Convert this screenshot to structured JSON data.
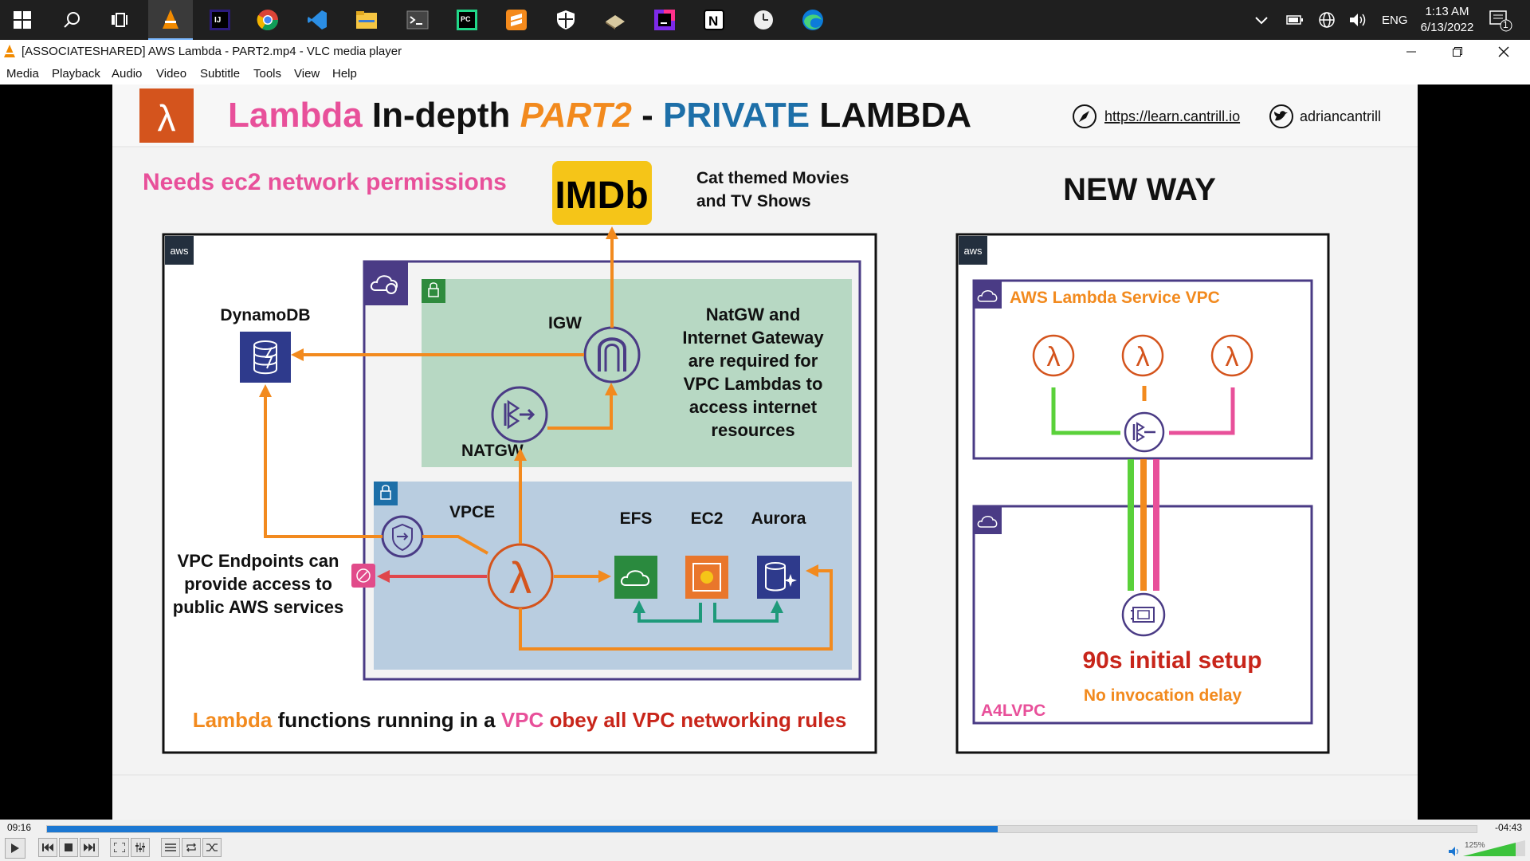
{
  "taskbar": {
    "time": "1:13 AM",
    "date": "6/13/2022",
    "language": "ENG",
    "notification_count": "1"
  },
  "window": {
    "title": "[ASSOCIATESHARED] AWS Lambda - PART2.mp4 - VLC media player"
  },
  "menu": [
    "Media",
    "Playback",
    "Audio",
    "Video",
    "Subtitle",
    "Tools",
    "View",
    "Help"
  ],
  "slide": {
    "title_lambda": "Lambda",
    "title_indepth": " In-depth ",
    "title_part2": "PART2",
    "title_dash": " - ",
    "title_private": "PRIVATE",
    "title_lambda2": " LAMBDA",
    "link": "https://learn.cantrill.io",
    "twitter": "adriancantrill",
    "needs_text": "Needs ec2 network permissions",
    "imdb": "IMDb",
    "cat_line1": "Cat themed Movies",
    "cat_line2": "and TV Shows",
    "new_way": "NEW WAY",
    "aws_badge": "aws",
    "dynamodb": "DynamoDB",
    "igw": "IGW",
    "natgw": "NATGW",
    "vpce": "VPCE",
    "efs": "EFS",
    "ec2": "EC2",
    "aurora": "Aurora",
    "natgw_note": [
      "NatGW and",
      "Internet Gateway",
      "are required for",
      "VPC Lambdas to",
      "access internet",
      "resources"
    ],
    "vpce_note": [
      "VPC Endpoints can",
      "provide access to",
      "public AWS services"
    ],
    "bottom_lambda": "Lambda",
    "bottom_functions": " functions running in a ",
    "bottom_vpc": "VPC",
    "bottom_obey": " obey",
    "bottom_rules": " all VPC networking rules",
    "service_vpc": "AWS Lambda Service VPC",
    "setup": "90s initial setup",
    "no_delay": "No invocation delay",
    "a4lvpc": "A4LVPC"
  },
  "player": {
    "elapsed": "09:16",
    "remaining": "-04:43",
    "progress": 0.665,
    "volume": "125%"
  },
  "colors": {
    "pink": "#e8509a",
    "orange": "#f28a1e",
    "blue": "#1d6fa8",
    "red": "#c8251a",
    "purple": "#4a3b85",
    "green_fill": "#b7d8c3",
    "blue_fill": "#b9cde0"
  }
}
